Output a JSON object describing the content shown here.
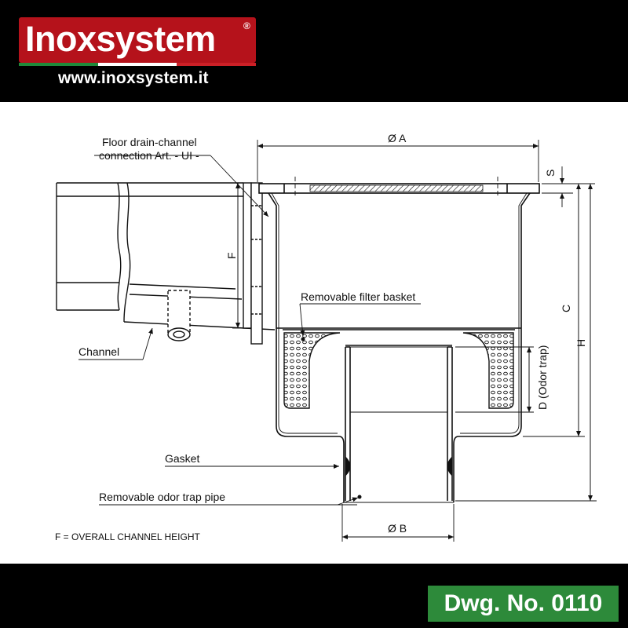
{
  "header": {
    "brand": "Inoxsystem",
    "registered_mark": "®",
    "website": "www.inoxsystem.it",
    "brand_color": "#b5121b",
    "flag_colors": [
      "#1f8a3a",
      "#ffffff",
      "#cc2027"
    ]
  },
  "drawing": {
    "labels": {
      "floor_drain_line1": "Floor drain-channel",
      "floor_drain_line2": "connection Art. - UI -",
      "dim_a": "Ø A",
      "dim_s": "S",
      "dim_f": "F",
      "dim_c": "C",
      "dim_h": "H",
      "dim_d": "D (Odor trap)",
      "dim_b": "Ø B",
      "filter_basket": "Removable filter basket",
      "channel": "Channel",
      "gasket": "Gasket",
      "odor_trap_pipe": "Removable odor trap pipe",
      "note": "F = OVERALL CHANNEL HEIGHT"
    }
  },
  "footer": {
    "drawing_number": "Dwg. No. 0110",
    "badge_color": "#2d8a3a"
  }
}
